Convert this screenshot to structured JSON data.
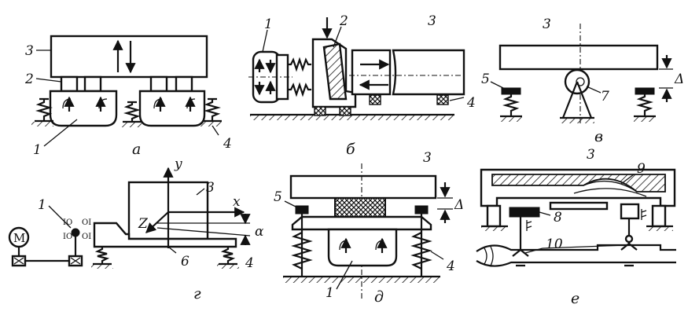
{
  "panels": [
    {
      "id": "a",
      "caption": "а",
      "labels": [
        "3",
        "2",
        "1",
        "4"
      ]
    },
    {
      "id": "b",
      "caption": "б",
      "labels": [
        "1",
        "2",
        "3",
        "4"
      ]
    },
    {
      "id": "v",
      "caption": "в",
      "labels": [
        "3",
        "5",
        "7",
        "Δ"
      ]
    },
    {
      "id": "g",
      "caption": "г",
      "labels": [
        "1",
        "M",
        "y",
        "3",
        "x",
        "Z",
        "α",
        "6",
        "4"
      ]
    },
    {
      "id": "d",
      "caption": "д",
      "labels": [
        "3",
        "5",
        "Δ",
        "1",
        "4"
      ]
    },
    {
      "id": "e",
      "caption": "е",
      "labels": [
        "3",
        "9",
        "8",
        "10"
      ]
    }
  ]
}
